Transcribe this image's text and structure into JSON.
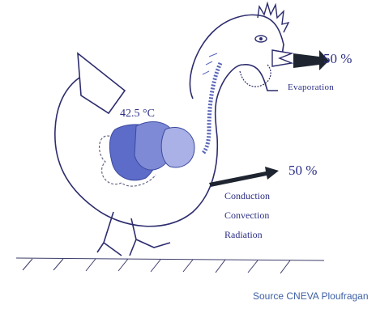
{
  "diagram": {
    "body_temperature": "42.5 °C",
    "upper_share": "50 %",
    "upper_mode": "Evaporation",
    "lower_share": "50 %",
    "lower_modes": [
      "Conduction",
      "Convection",
      "Radiation"
    ],
    "source": "Source CNEVA Ploufragan"
  },
  "colors": {
    "outline": "#2c2c6e",
    "organ_dark": "#5d6bc9",
    "organ_mid": "#7f8ad6",
    "organ_light": "#a9b1e6",
    "arrow": "#1f2530",
    "text": "#2b2e86",
    "source_text": "#3d5fa3"
  }
}
